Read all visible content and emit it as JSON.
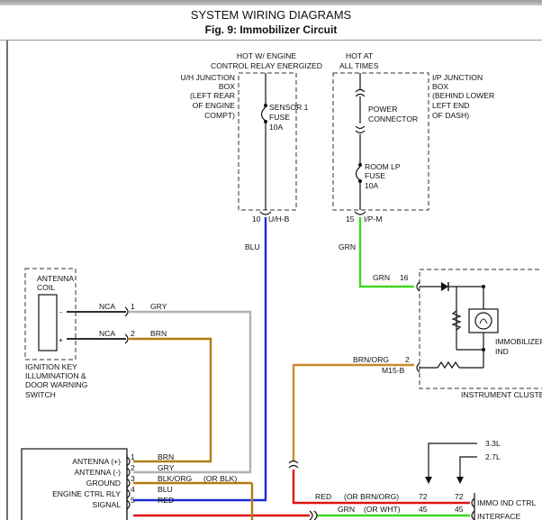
{
  "header": {
    "title": "SYSTEM WIRING DIAGRAMS",
    "subtitle": "Fig. 9: Immobilizer Circuit"
  },
  "colors": {
    "blu": "#1c2bd6",
    "grn": "#3fd81f",
    "gry": "#b0b0b0",
    "brn": "#b07d12",
    "red": "#e01212",
    "brn_org": "#c98a2e",
    "black": "#111111",
    "dash": "#333333"
  },
  "diagram": {
    "hot_engine_1": "HOT W/ ENGINE",
    "hot_engine_2": "CONTROL RELAY ENERGIZED",
    "hot_at_1": "HOT AT",
    "hot_at_2": "ALL TIMES",
    "uh_box_1": "U/H JUNCTION",
    "uh_box_2": "BOX",
    "uh_box_3": "(LEFT REAR",
    "uh_box_4": "OF ENGINE",
    "uh_box_5": "COMPT)",
    "sensor_1": "SENSOR 1",
    "sensor_2": "FUSE",
    "sensor_3": "10A",
    "power_1": "POWER",
    "power_2": "CONNECTOR",
    "room_1": "ROOM LP",
    "room_2": "FUSE",
    "room_3": "10A",
    "ip_box_1": "I/P JUNCTION",
    "ip_box_2": "BOX",
    "ip_box_3": "(BEHIND LOWER",
    "ip_box_4": "LEFT END",
    "ip_box_5": "OF DASH)",
    "pin_10": "10",
    "conn_uhb": "U/H-B",
    "pin_15": "15",
    "conn_ipm": "I/P-M",
    "wire_blu": "BLU",
    "wire_grn": "GRN",
    "antenna_1": "ANTENNA",
    "antenna_2": "COIL",
    "minus": "-",
    "plus": "+",
    "nca_1": "NCA",
    "nca_2": "NCA",
    "pin_a1": "1",
    "pin_a2": "2",
    "wire_gry_a": "GRY",
    "wire_brn_a": "BRN",
    "ign_1": "IGNITION KEY",
    "ign_2": "ILLUMINATION &",
    "ign_3": "DOOR WARNING",
    "ign_4": "SWITCH",
    "cluster_grn": "GRN",
    "pin_16": "16",
    "immob_1": "IMMOBILIZER",
    "immob_2": "IND",
    "brn_org": "BRN/ORG",
    "pin_m2": "2",
    "m15b": "M15-B",
    "cluster_label": "INSTRUMENT CLUSTER",
    "v33": "3.3L",
    "v27": "2.7L",
    "pcm_rows": [
      {
        "label": "ANTENNA (+)",
        "pin": "1",
        "wire": "BRN",
        "alt": ""
      },
      {
        "label": "ANTENNA (-)",
        "pin": "2",
        "wire": "GRY",
        "alt": ""
      },
      {
        "label": "GROUND",
        "pin": "3",
        "wire": "BLK/ORG",
        "alt": "(OR BLK)"
      },
      {
        "label": "ENGINE CTRL RLY",
        "pin": "4",
        "wire": "BLU",
        "alt": ""
      },
      {
        "label": "SIGNAL",
        "pin": "5",
        "wire": "RED",
        "alt": ""
      }
    ],
    "red_wire": "RED",
    "red_alt": "(OR BRN/ORG)",
    "red_pin_a": "72",
    "red_pin_b": "72",
    "grn_wire": "GRN",
    "grn_alt": "(OR WHT)",
    "grn_pin_a": "45",
    "grn_pin_b": "45",
    "immo_ctrl": "IMMO IND CTRL",
    "interface": "INTERFACE"
  }
}
